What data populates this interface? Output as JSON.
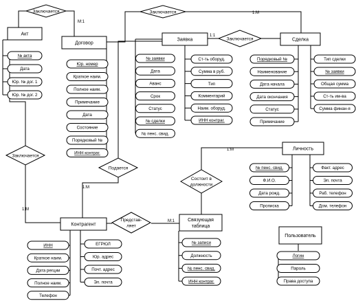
{
  "entities": {
    "akt": "Акт",
    "dogovor": "Договор",
    "zayavka": "Заявка",
    "sdelka": "Сделка",
    "lichnost": "Личность",
    "kontragent": "Контрагент",
    "svyaz": [
      "Связующая",
      "таблица"
    ],
    "polzovatel": "Пользователь"
  },
  "relations": {
    "r_akt_dog": [
      "Заключается"
    ],
    "r_dog_sdel": [
      "Заключается"
    ],
    "r_zay_sdel": [
      "Заключается"
    ],
    "r_kontr_akt": [
      "Заключается"
    ],
    "r_kontr_dog": [
      "Подается"
    ],
    "r_lichn": [
      "Состоит в",
      "должности"
    ],
    "r_pred": [
      "Представ-",
      "ляет"
    ]
  },
  "cardinalities": {
    "akt_dog": "М:1",
    "sdel_dog": "1:М",
    "zay_sdel": "1:1",
    "kontr_dog": "1:М",
    "kontr_akt": "1:М",
    "lichn": "1:М",
    "pred": "М:1"
  },
  "attributes": {
    "akt": [
      "№ акта",
      "Дата",
      "Юр. № дог. 1",
      "Юр. № дог. 2"
    ],
    "dogovor": [
      "Юр. номер",
      "Краткое наим.",
      "Полное наим.",
      "Примечание",
      "Дата",
      "Состояние",
      "Порядковый №",
      "ИНН контраг."
    ],
    "zayavka_left": [
      "№ заявки",
      "Дата",
      "Аванс",
      "Срок",
      "Статус",
      "№ сделки",
      "№ пенс. свид."
    ],
    "zayavka_right": [
      "Ст-ть оборуд.",
      "Сумма в руб.",
      "Тип",
      "Комментарий",
      "Наим. оборуд.",
      "ИНН контраг."
    ],
    "sdelka_left": [
      "Порядковый №",
      "Наименование",
      "Дата начала",
      "Дата окончания",
      "Статус",
      "Примечание"
    ],
    "sdelka_right": [
      "Тип сделки",
      "№ заявки",
      "Общая сумма",
      "Ст-ть им-ва",
      "Сумма финан-я"
    ],
    "lichnost_left": [
      "№ пенс. свид.",
      "Ф.И.О.",
      "Дата рожд.",
      "Прописка"
    ],
    "lichnost_right": [
      "Факт. адрес",
      "Эл. почта",
      "Раб. телефон",
      "Дом. телефон"
    ],
    "kontr_left": [
      "ИНН",
      "Краткое наим.",
      "Дата регции",
      "Полное наим.",
      "Телефон"
    ],
    "kontr_right": [
      "ЕГРЮЛ",
      "Юр. адрес",
      "Почт. адрес",
      "Эл. почта"
    ],
    "svyaz": [
      "№ записи",
      "Должность",
      "№ пенс. свид.",
      "ИНН контраг."
    ],
    "polzovatel": [
      "Логин",
      "Пароль",
      "Права доступа"
    ]
  }
}
